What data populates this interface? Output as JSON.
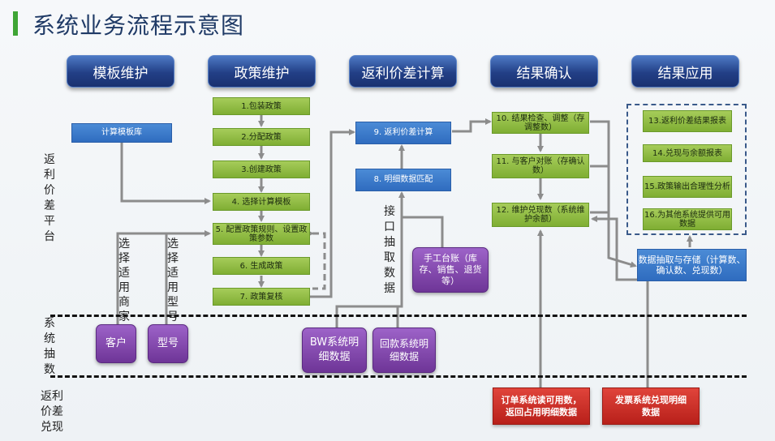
{
  "title": "系统业务流程示意图",
  "stages": [
    "模板维护",
    "政策维护",
    "返利价差计算",
    "结果确认",
    "结果应用"
  ],
  "row_labels": {
    "platform": [
      "返",
      "利",
      "价",
      "差",
      "平",
      "台"
    ],
    "extract": [
      "系",
      "统",
      "抽",
      "数"
    ],
    "cash": [
      "返利",
      "价差",
      "兑现"
    ]
  },
  "template_box": "计算模板库",
  "policy_steps": [
    "1.包装政策",
    "2.分配政策",
    "3.创建政策",
    "4. 选择计算模板",
    "5. 配置政策规则、设置政策参数",
    "6. 生成政策",
    "7. 政策复核"
  ],
  "calc_boxes": {
    "calc": "9. 返利价差计算",
    "match": "8. 明细数据匹配"
  },
  "interface_label": "接口抽取数据",
  "manual_ledger": "手工台账（库存、销售、退货等）",
  "confirm_boxes": [
    "10. 结果检查、调整（存调整数）",
    "11. 与客户对账（存确认数）",
    "12. 维护兑现数（系统维护余额）"
  ],
  "result_boxes": [
    "13.返利价差结果报表",
    "14.兑现与余额报表",
    "15.政策输出合理性分析",
    "16.为其他系统提供可用数据"
  ],
  "storage_box": "数据抽取与存储（计算数、确认数、兑现数）",
  "select_labels": {
    "merchant": "选择适用商家",
    "model": "选择适用型号"
  },
  "source_boxes": {
    "customer": "客户",
    "model": "型号",
    "bw": "BW系统明细数据",
    "payment": "回款系统明细数据"
  },
  "red_boxes": {
    "order": "订单系统读可用数，返回占用明细数据",
    "invoice": "发票系统兑现明细数据"
  },
  "colors": {
    "stage": "#223f86",
    "green": "#8bbb3e",
    "blue": "#3a78c9",
    "purple": "#7d44a8",
    "red": "#c9302a",
    "arrow": "#8c8c8c",
    "title": "#1f3a66"
  }
}
